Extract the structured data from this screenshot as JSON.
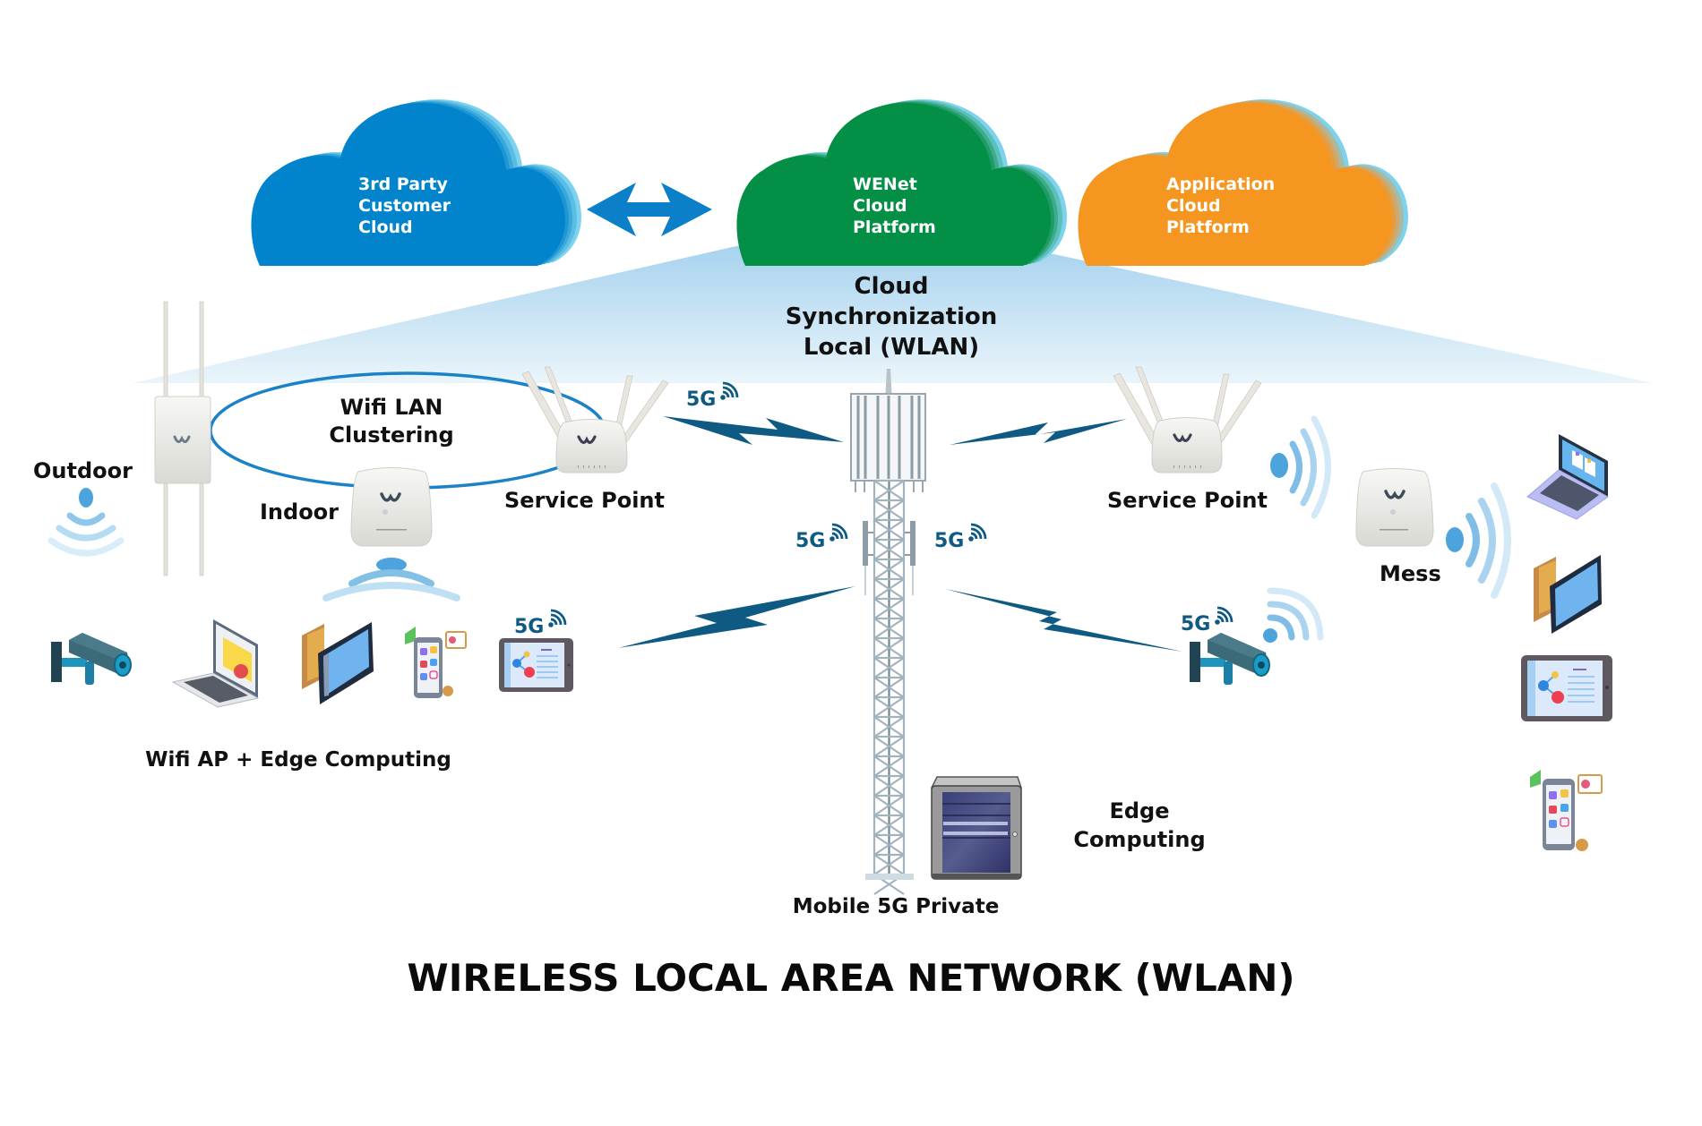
{
  "clouds": [
    {
      "id": "third-party",
      "lines": "3rd Party\nCustomer\nCloud",
      "color": "#0284cd",
      "shade": "#7dd3ee"
    },
    {
      "id": "wenet",
      "lines": "WENet\nCloud\nPlatform",
      "color": "#038f45",
      "shade": "#7dd3ee"
    },
    {
      "id": "application",
      "lines": "Application\nCloud\nPlatform",
      "color": "#f59620",
      "shade": "#7dd3ee"
    }
  ],
  "sync_label": {
    "line1": "Cloud",
    "line2": "Synchronization",
    "line3": "Local (WLAN)"
  },
  "cluster_label": {
    "line1": "Wifi LAN",
    "line2": "Clustering"
  },
  "labels": {
    "outdoor": "Outdoor",
    "indoor": "Indoor",
    "service_point_left": "Service Point",
    "service_point_right": "Service Point",
    "mess": "Mess",
    "wifi_ap_edge": "Wifi AP + Edge Computing",
    "mobile_5g": "Mobile 5G Private",
    "edge_computing_1": "Edge",
    "edge_computing_2": "Computing"
  },
  "fiveg_label": "5G",
  "title": "WIRELESS LOCAL AREA NETWORK (WLAN)",
  "colors": {
    "bolt": "#0f5a83",
    "fiveg": "#0e5a82",
    "wifi": "#5aa9dc",
    "ellipse": "#1b82c8",
    "arrow": "#0b7fc8",
    "sky": "#a9d3ee",
    "device_body": "#eeeeea"
  },
  "device_brand": "WENet"
}
